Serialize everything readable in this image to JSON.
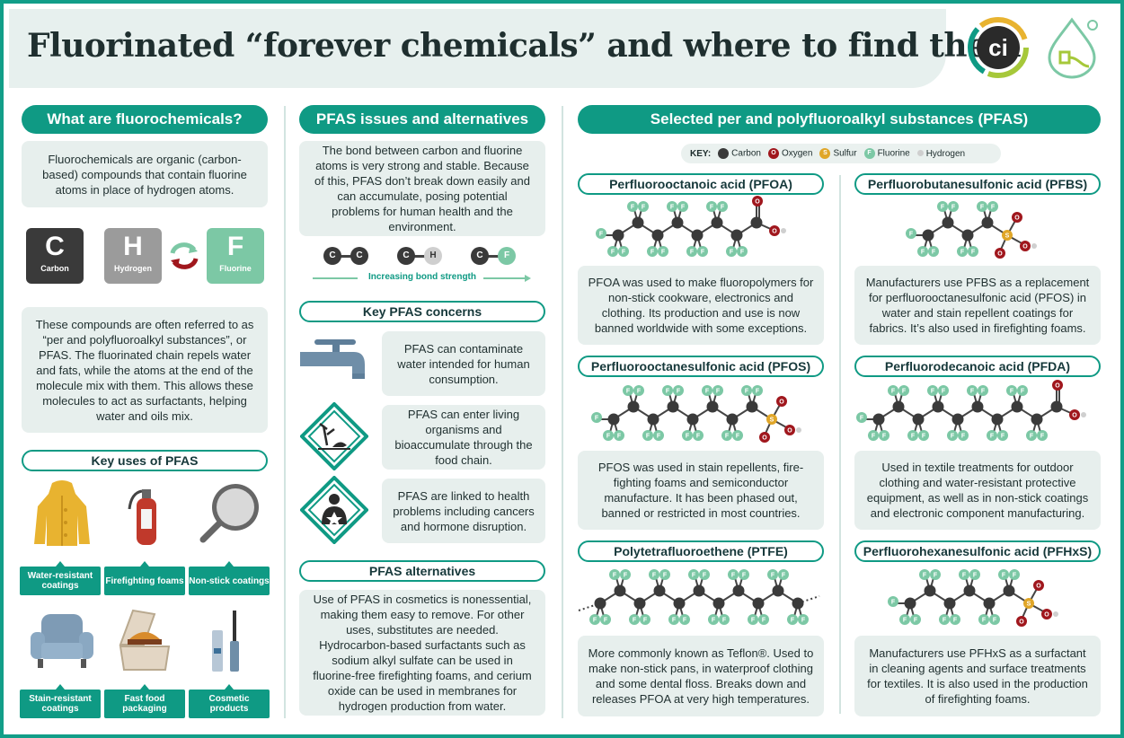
{
  "header": {
    "title": "Fluorinated “forever chemicals” and where to find them"
  },
  "left": {
    "heading": "What are fluorochemicals?",
    "intro": "Fluorochemicals are organic (carbon-based) compounds that contain fluorine atoms in place of hydrogen atoms.",
    "tiles": [
      {
        "symbol": "C",
        "name": "Carbon"
      },
      {
        "symbol": "H",
        "name": "Hydrogen"
      },
      {
        "symbol": "F",
        "name": "Fluorine"
      }
    ],
    "pfas_text": "These compounds are often referred to as “per and polyfluoroalkyl substances”, or PFAS. The fluorinated chain repels water and fats, while the atoms at the end of the molecule mix with them. This allows these molecules to act as surfactants, helping water and oils mix.",
    "uses_heading": "Key uses of PFAS",
    "uses": [
      "Water-resistant coatings",
      "Firefighting foams",
      "Non-stick coatings",
      "Stain-resistant coatings",
      "Fast food packaging",
      "Cosmetic products"
    ]
  },
  "middle": {
    "heading": "PFAS issues and alternatives",
    "bond_text": "The bond between carbon and fluorine atoms is very strong and stable. Because of this, PFAS don’t break down easily and can accumulate, posing potential problems for human health and the environment.",
    "bonds": [
      [
        "C",
        "C"
      ],
      [
        "C",
        "H"
      ],
      [
        "C",
        "F"
      ]
    ],
    "bond_strength_label": "Increasing bond strength",
    "concerns_heading": "Key PFAS concerns",
    "concerns": [
      "PFAS can contaminate water intended for human consumption.",
      "PFAS can enter living organisms and bioaccumulate through the food chain.",
      "PFAS are linked to health problems including cancers and hormone disruption."
    ],
    "alternatives_heading": "PFAS alternatives",
    "alternatives_text": "Use of PFAS in cosmetics is nonessential, making them easy to remove. For other uses, substitutes are needed. Hydrocarbon-based surfactants such as sodium alkyl sulfate can be used in fluorine-free firefighting foams, and cerium oxide can be used in membranes for hydrogen production from water."
  },
  "right": {
    "heading": "Selected per and polyfluoroalkyl substances (PFAS)",
    "key_label": "KEY:",
    "key": [
      {
        "name": "Carbon",
        "color": "#3a3a3a",
        "letter": ""
      },
      {
        "name": "Oxygen",
        "color": "#a0171d",
        "letter": "O"
      },
      {
        "name": "Sulfur",
        "color": "#e0a628",
        "letter": "S"
      },
      {
        "name": "Fluorine",
        "color": "#7cc8a5",
        "letter": "F"
      },
      {
        "name": "Hydrogen",
        "color": "#cfcfcf",
        "letter": ""
      }
    ],
    "substances": [
      {
        "name": "Perfluorooctanoic acid (PFOA)",
        "text": "PFOA was used to make fluoropolymers for non-stick cookware, electronics and clothing. Its production and use is now banned worldwide with some exceptions."
      },
      {
        "name": "Perfluorobutanesulfonic acid (PFBS)",
        "text": "Manufacturers use PFBS as a replacement for perfluorooctanesulfonic acid (PFOS) in water and stain repellent coatings for fabrics. It’s also used in firefighting foams."
      },
      {
        "name": "Perfluorooctanesulfonic acid (PFOS)",
        "text": "PFOS was used in stain repellents, fire-fighting foams and semiconductor manufacture. It has been phased out, banned or restricted in most countries."
      },
      {
        "name": "Perfluorodecanoic acid (PFDA)",
        "text": "Used in textile treatments for outdoor clothing and water-resistant protective equipment, as well as in non-stick coatings and electronic component manufacturing."
      },
      {
        "name": "Polytetrafluoroethene (PTFE)",
        "text": "More commonly known as Teflon®. Used to make non-stick pans, in waterproof clothing and some dental floss. Breaks down and releases PFOA at very high temperatures."
      },
      {
        "name": "Perfluorohexanesulfonic acid (PFHxS)",
        "text": "Manufacturers use PFHxS as a surfactant in cleaning agents and surface treatments for textiles. It is also used in the production of firefighting foams."
      }
    ]
  }
}
